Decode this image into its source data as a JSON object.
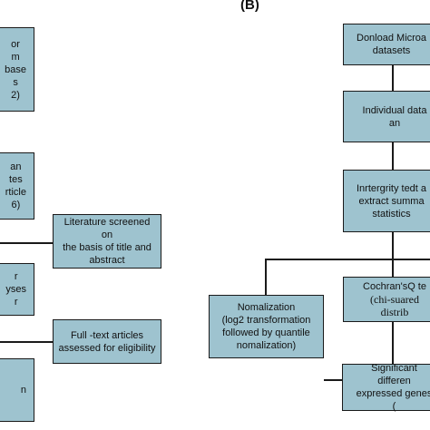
{
  "panel_b_label": "(B)",
  "colors": {
    "box_fill": "#9ec3cf",
    "box_border": "#1a1a1a",
    "connector": "#1a1a1a"
  },
  "left": {
    "box1": [
      "or",
      "m",
      "base",
      "s",
      "2)"
    ],
    "box2": [
      "an",
      "tes",
      "rticle",
      "6)"
    ],
    "box3": [
      "r",
      "yses",
      "r"
    ],
    "box4": [
      "n"
    ],
    "side1": [
      "Literature screened on",
      "the basis of title and",
      "abstract"
    ],
    "side2": [
      "Full -text articles",
      "assessed for eligibility"
    ]
  },
  "right": {
    "download": [
      "Donload Microa",
      "datasets"
    ],
    "individual": [
      "Individual data an"
    ],
    "integrity": [
      "Inrtergrity tedt a",
      "extract summa",
      "statistics"
    ],
    "normalization": [
      "Nomalization",
      "(log2 transformation",
      "followed by quantile",
      "nomalization)"
    ],
    "cochran": [
      "Cochran'sQ te",
      "(chi-suared distrib"
    ],
    "significant": [
      "Significant differen",
      "expressed genes ("
    ]
  }
}
